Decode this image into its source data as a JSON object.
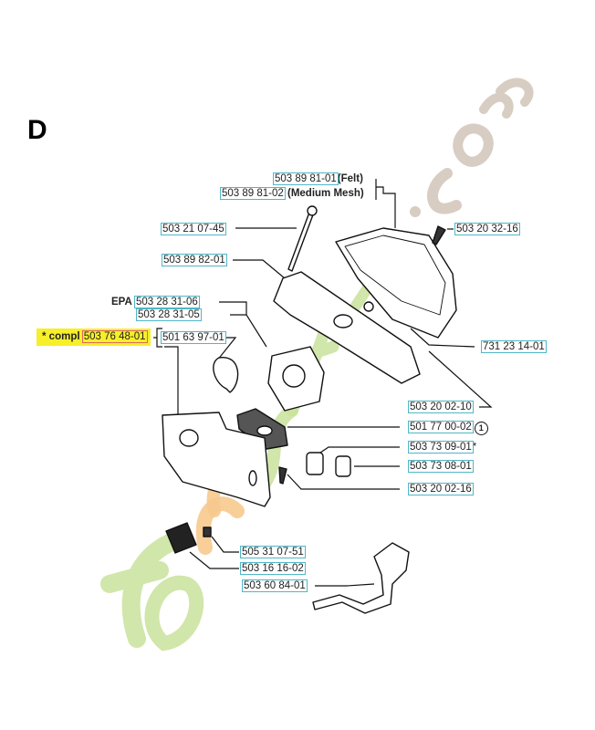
{
  "section": "D",
  "watermark": {
    "text": "forestdeal.com",
    "colors": {
      "green": "#c9e29b",
      "orange": "#f7c98e",
      "gray": "#d8cdc2"
    }
  },
  "highlight_color": "#f6ef2a",
  "outline_color": "#4fb7c6",
  "labels": {
    "filter_felt": {
      "pn": "503 89 81-01",
      "note": "(Felt)"
    },
    "filter_mesh": {
      "pn": "503 89 81-02",
      "note": "(Medium Mesh)"
    },
    "screw_long": {
      "pn": "503 21 07-45"
    },
    "screw_top": {
      "pn": "503 20 32-16"
    },
    "filter_holder": {
      "pn": "503 89 82-01"
    },
    "carb_epa": {
      "prefix": "EPA",
      "pn": "503 28 31-06"
    },
    "carb_std": {
      "pn": "503 28 31-05"
    },
    "compl": {
      "prefix": "* compl",
      "pn": "503 76 48-01"
    },
    "primer_bulb": {
      "pn": "501 63 97-01"
    },
    "screw_holder": {
      "pn": "731 23 14-01"
    },
    "screw_mid": {
      "pn": "503 20 02-10"
    },
    "gasket": {
      "pn": "501 77 00-02",
      "circle": "1"
    },
    "grommet_a": {
      "pn": "503 73 09-01",
      "suffix": "*"
    },
    "grommet_b": {
      "pn": "503 73 08-01"
    },
    "screw_low": {
      "pn": "503 20 02-16"
    },
    "pin": {
      "pn": "505 31 07-51"
    },
    "sleeve": {
      "pn": "503 16 16-02"
    },
    "throttle_rod": {
      "pn": "503 60 84-01"
    }
  }
}
